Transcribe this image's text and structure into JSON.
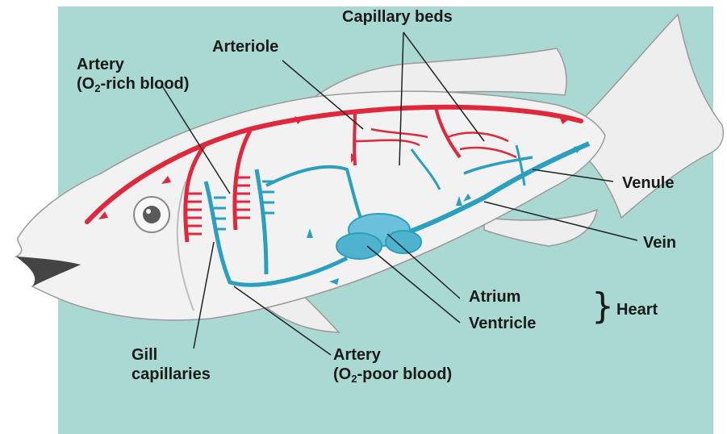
{
  "labels": {
    "capillary_beds": "Capillary beds",
    "arteriole": "Arteriole",
    "artery_rich_line1": "Artery",
    "artery_rich_line2_pre": "(O",
    "artery_rich_line2_sub": "2",
    "artery_rich_line2_post": "-rich blood)",
    "venule": "Venule",
    "vein": "Vein",
    "atrium": "Atrium",
    "ventricle": "Ventricle",
    "heart": "Heart",
    "gill_line1": "Gill",
    "gill_line2": "capillaries",
    "artery_poor_line1": "Artery",
    "artery_poor_line2_pre": "(O",
    "artery_poor_line2_sub": "2",
    "artery_poor_line2_post": "-poor blood)"
  },
  "colors": {
    "background": "#a9d9d2",
    "fish_body": "#f2f2f2",
    "fish_outline": "#9a9a9a",
    "oxygen_rich": "#e0283c",
    "oxygen_poor": "#2a9fbf",
    "heart": "#4fb3d0"
  }
}
